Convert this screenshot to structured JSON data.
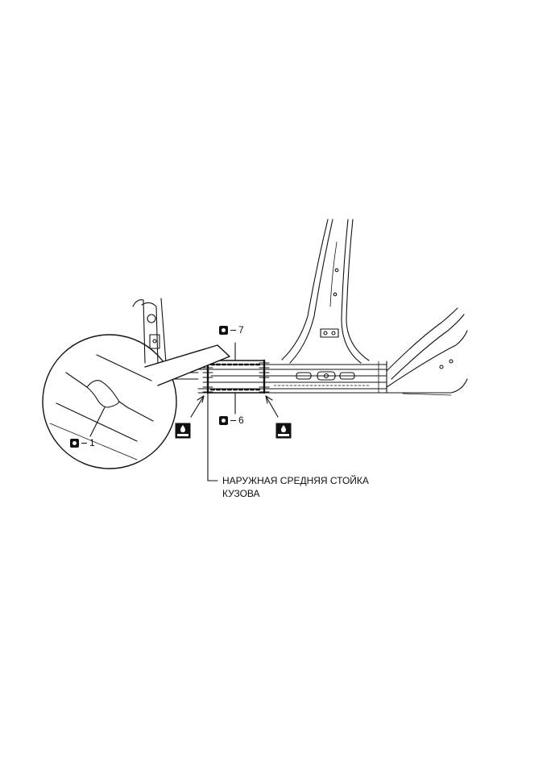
{
  "labels": {
    "part_name_line1": "НАРУЖНАЯ СРЕДНЯЯ СТОЙКА",
    "part_name_line2": "КУЗОВА"
  },
  "callouts": {
    "top_count": "7",
    "bottom_count": "6",
    "detail_count": "1"
  },
  "icons": {
    "spot_weld": "spot-weld-icon",
    "sealant": "sealant-icon"
  },
  "colors": {
    "line": "#111111",
    "background": "#ffffff"
  }
}
